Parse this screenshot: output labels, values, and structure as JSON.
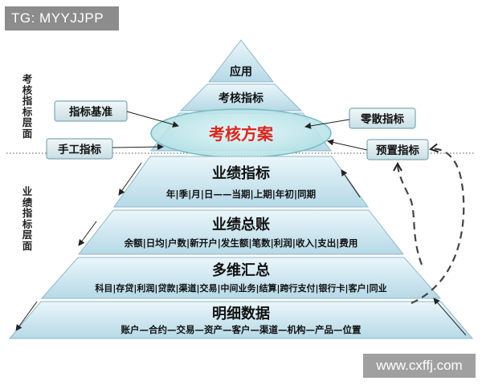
{
  "corner_tag": "TG: MYYJJPP",
  "watermark": "www.cxffj.com",
  "side_labels": {
    "upper": "考核指标层面",
    "lower": "业绩指标层面"
  },
  "pyramid": {
    "apex": "应用",
    "assessment_indicators": "考核指标",
    "assessment_plan": "考核方案",
    "layers": [
      {
        "title": "业绩指标",
        "detail": "年|季|月|日——当期|上期|年初|同期"
      },
      {
        "title": "业绩总账",
        "detail": "余额|日均|户数|新开户|发生额|笔数|利润|收入|支出|费用"
      },
      {
        "title": "多维汇总",
        "detail": "科目|存贷|利润|贷款|渠道|交易|中间业务|结算|跨行支付|银行卡|客户|同业"
      },
      {
        "title": "明细数据",
        "detail": "账户—合约—交易—资产—客户—渠道—机构—产品—位置"
      }
    ]
  },
  "callouts": {
    "indicator_benchmark": "指标基准",
    "manual_indicator": "手工指标",
    "scattered_indicator": "零散指标",
    "preset_indicator": "预置指标"
  },
  "colors": {
    "layer_fill_top": "#e6f4f9",
    "layer_fill_bottom": "#b4d8e6",
    "ellipse_fill": "#bfe8ec",
    "plan_text": "#e0241b",
    "callout_fill": "#dcecef",
    "callout_border": "#7fa7b3"
  }
}
